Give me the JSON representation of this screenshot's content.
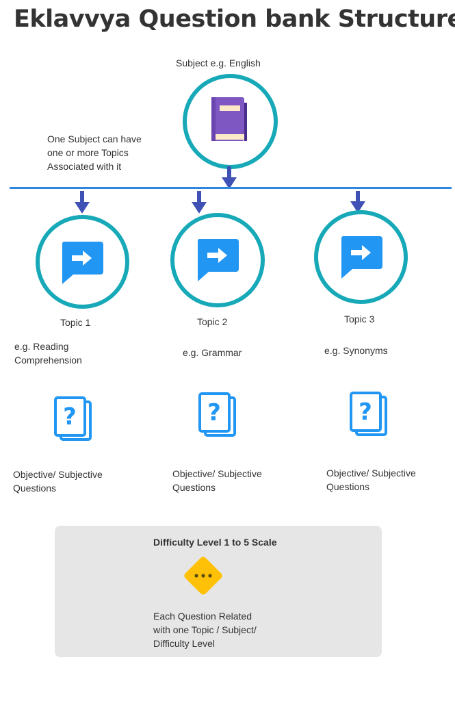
{
  "title": "Eklavvya Question bank Structure",
  "subject": {
    "label": "Subject e.g. English",
    "note": "One Subject can have\none or more Topics\nAssociated with it"
  },
  "topics": [
    {
      "label": "Topic 1",
      "example": "e.g. Reading\nComprehension",
      "questions": "Objective/ Subjective\nQuestions"
    },
    {
      "label": "Topic 2",
      "example": "e.g. Grammar",
      "questions": "Objective/ Subjective\nQuestions"
    },
    {
      "label": "Topic 3",
      "example": "e.g. Synonyms",
      "questions": "Objective/ Subjective\nQuestions"
    }
  ],
  "difficulty": {
    "title": "Difficulty Level 1 to 5 Scale",
    "note": "Each Question Related\nwith one Topic / Subject/\nDifficulty Level"
  },
  "colors": {
    "ring": "#17a9b8",
    "line": "#2e86de",
    "arrow": "#3f51b5",
    "topic_icon": "#2196f3",
    "book": "#7e57c2",
    "diamond": "#ffc107",
    "panel": "#e6e6e6"
  },
  "icons": {
    "subject": "book-icon",
    "topic": "chat-arrow-icon",
    "questions": "question-cards-icon",
    "difficulty": "diamond-dots-icon"
  }
}
